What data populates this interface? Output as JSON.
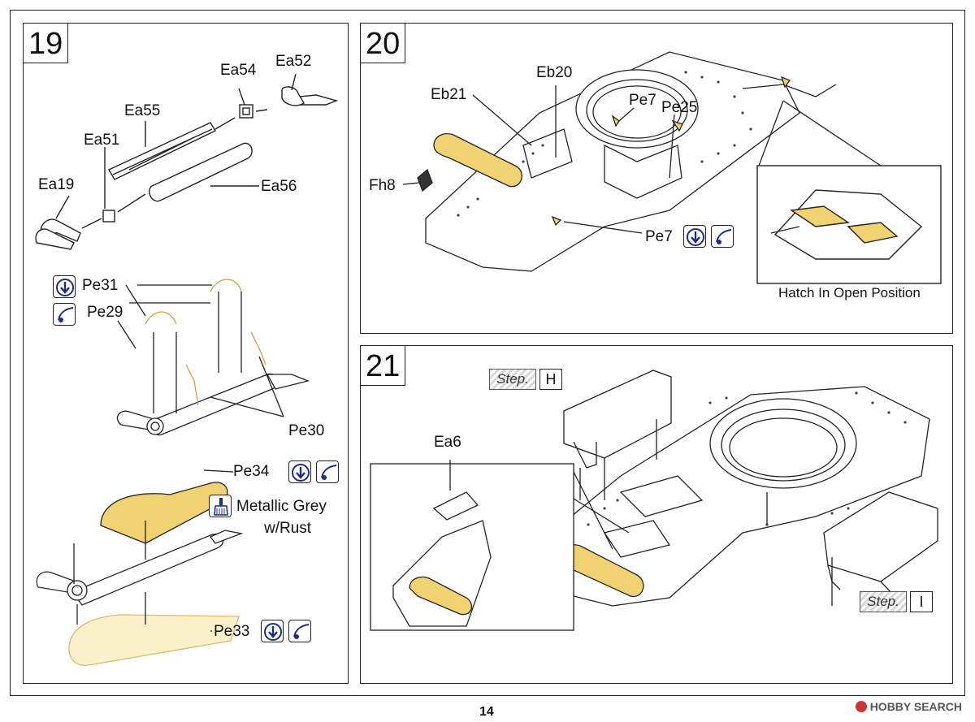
{
  "page_number": "14",
  "watermark": "HOBBY SEARCH",
  "steps": {
    "s19": {
      "number": "19",
      "labels": {
        "ea52": "Ea52",
        "ea54": "Ea54",
        "ea55": "Ea55",
        "ea51": "Ea51",
        "ea19": "Ea19",
        "ea56": "Ea56",
        "pe31": "Pe31",
        "pe29": "Pe29",
        "pe30": "Pe30",
        "pe34": "Pe34",
        "pe33": "Pe33",
        "paint_line1": "Metallic Grey",
        "paint_line2": "w/Rust"
      }
    },
    "s20": {
      "number": "20",
      "labels": {
        "eb20": "Eb20",
        "eb21": "Eb21",
        "pe7_top": "Pe7",
        "pe25": "Pe25",
        "fh8": "Fh8",
        "pe7_bottom": "Pe7",
        "caption": "Hatch In Open Position"
      }
    },
    "s21": {
      "number": "21",
      "labels": {
        "ea6": "Ea6"
      },
      "step_ref_word": "Step.",
      "step_ref_h": "H",
      "step_ref_i": "I"
    }
  },
  "colors": {
    "photoetch_yellow": "#f1d273",
    "line": "#222222",
    "icon_blue": "#1c2f86"
  },
  "icons": [
    "fold-down-icon",
    "bend-curve-icon",
    "paint-brush-icon"
  ]
}
